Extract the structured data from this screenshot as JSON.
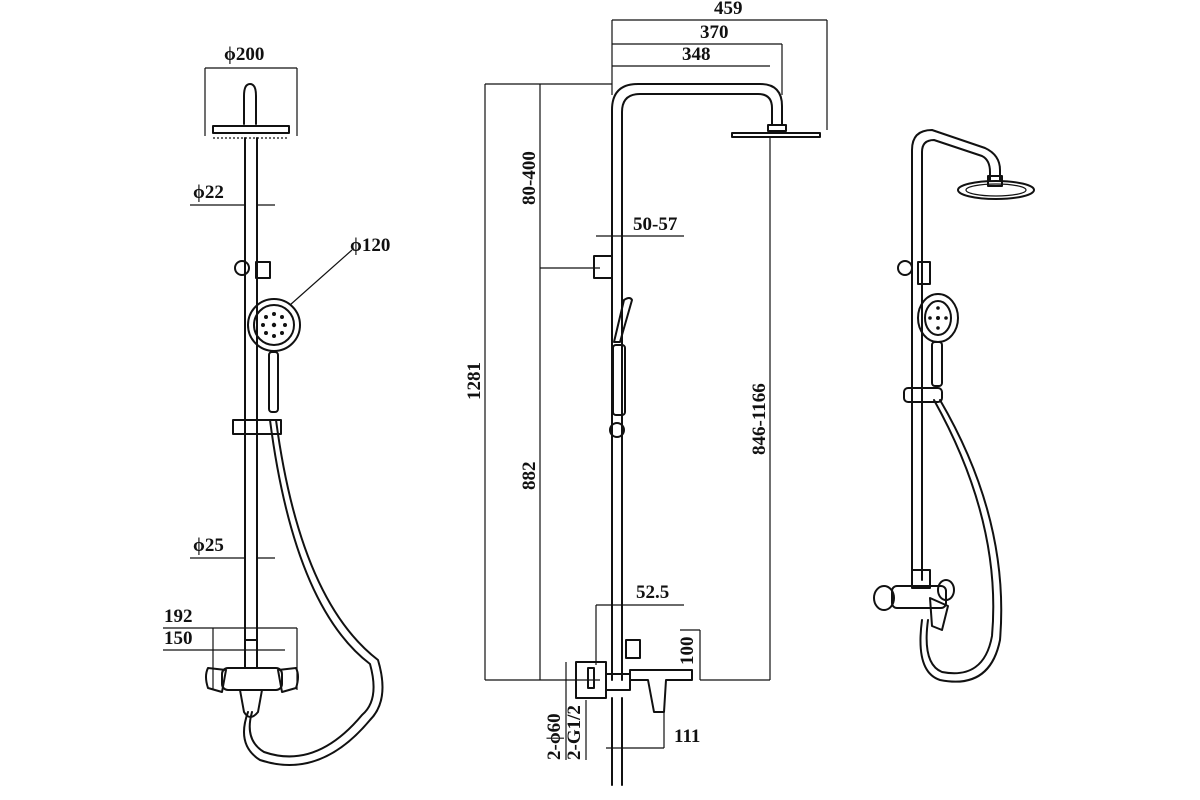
{
  "colors": {
    "line": "#111111",
    "background": "#ffffff"
  },
  "front_view": {
    "head_diameter": "ϕ200",
    "pipe_top_diameter": "ϕ22",
    "hand_shower_diameter": "ϕ120",
    "pipe_bottom_diameter": "ϕ25",
    "width_outer": "192",
    "width_inner": "150"
  },
  "side_view": {
    "total_reach": "459",
    "arm_reach": "370",
    "arm_reach_inner": "348",
    "total_height": "1281",
    "bracket_range": "80-400",
    "wall_offset": "50-57",
    "lower_height": "882",
    "head_height_range": "846-1166",
    "mixer_offset": "52.5",
    "mixer_height": "100",
    "flange": "2-ϕ60",
    "thread": "2-G1/2",
    "spout_depth": "111"
  }
}
